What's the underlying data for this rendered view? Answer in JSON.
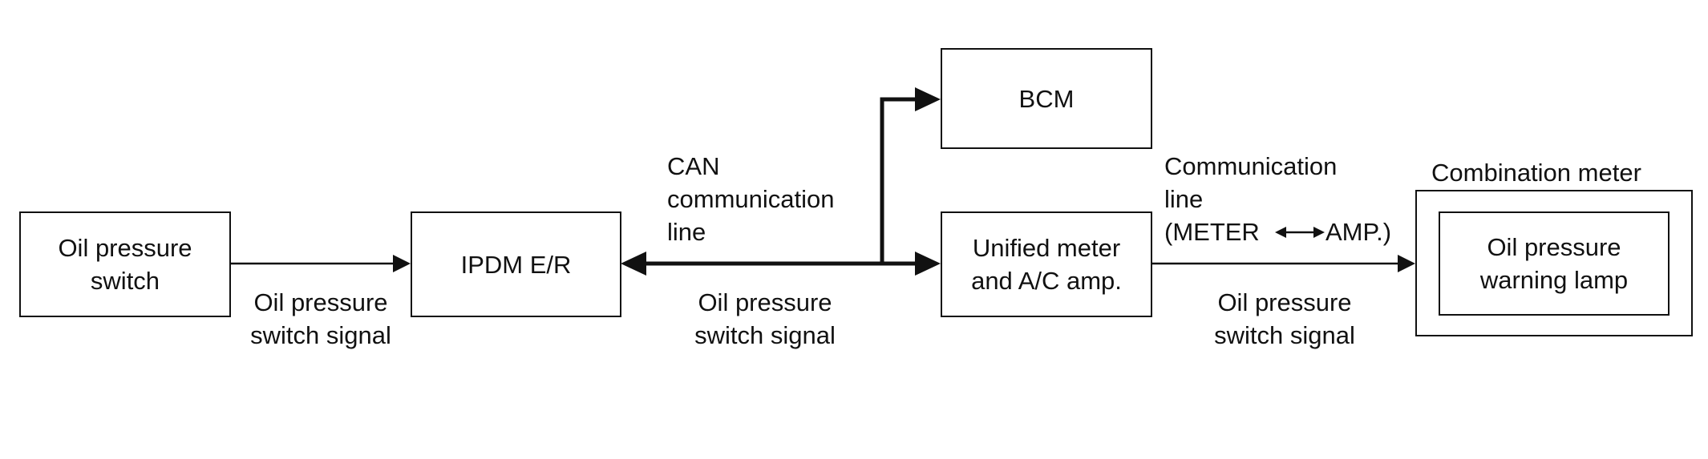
{
  "nodes": {
    "oil_pressure_switch": "Oil pressure\nswitch",
    "ipdm": "IPDM E/R",
    "bcm": "BCM",
    "unified_meter": "Unified meter\nand A/C amp.",
    "combination_meter": "Combination meter",
    "warning_lamp": "Oil pressure\nwarning lamp"
  },
  "edges": {
    "signal_1": "Oil pressure\nswitch signal",
    "signal_2": "Oil pressure\nswitch signal",
    "signal_3": "Oil pressure\nswitch signal",
    "can_line": "CAN\ncommunication\nline",
    "comm_line_prefix": "Communication\nline\n(METER",
    "comm_line_suffix": "AMP.)"
  }
}
